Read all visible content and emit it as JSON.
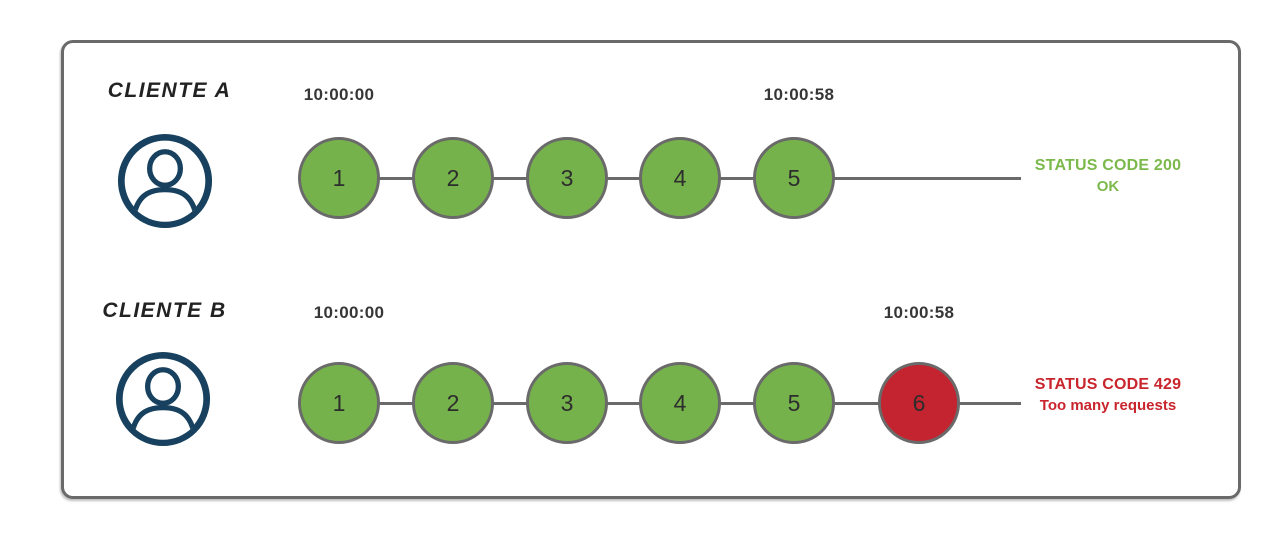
{
  "diagram": {
    "rows": [
      {
        "client_label": "CLIENTE A",
        "start_time": "10:00:00",
        "end_time": "10:00:58",
        "requests": [
          {
            "n": "1",
            "state": "ok"
          },
          {
            "n": "2",
            "state": "ok"
          },
          {
            "n": "3",
            "state": "ok"
          },
          {
            "n": "4",
            "state": "ok"
          },
          {
            "n": "5",
            "state": "ok"
          }
        ],
        "status_line1": "STATUS CODE 200",
        "status_line2": "OK",
        "status_type": "success"
      },
      {
        "client_label": "CLIENTE B",
        "start_time": "10:00:00",
        "end_time": "10:00:58",
        "requests": [
          {
            "n": "1",
            "state": "ok"
          },
          {
            "n": "2",
            "state": "ok"
          },
          {
            "n": "3",
            "state": "ok"
          },
          {
            "n": "4",
            "state": "ok"
          },
          {
            "n": "5",
            "state": "ok"
          },
          {
            "n": "6",
            "state": "error"
          }
        ],
        "status_line1": "STATUS CODE 429",
        "status_line2": "Too many requests",
        "status_type": "error"
      }
    ],
    "colors": {
      "ok_fill": "#76b24b",
      "error_fill": "#c3242f",
      "stroke_gray": "#6a6a6a",
      "avatar_navy": "#17415e",
      "success_text": "#7cb94c",
      "error_text": "#c9252d",
      "text_dark": "#363636"
    },
    "icons": {
      "avatar": "user-avatar-icon"
    }
  }
}
